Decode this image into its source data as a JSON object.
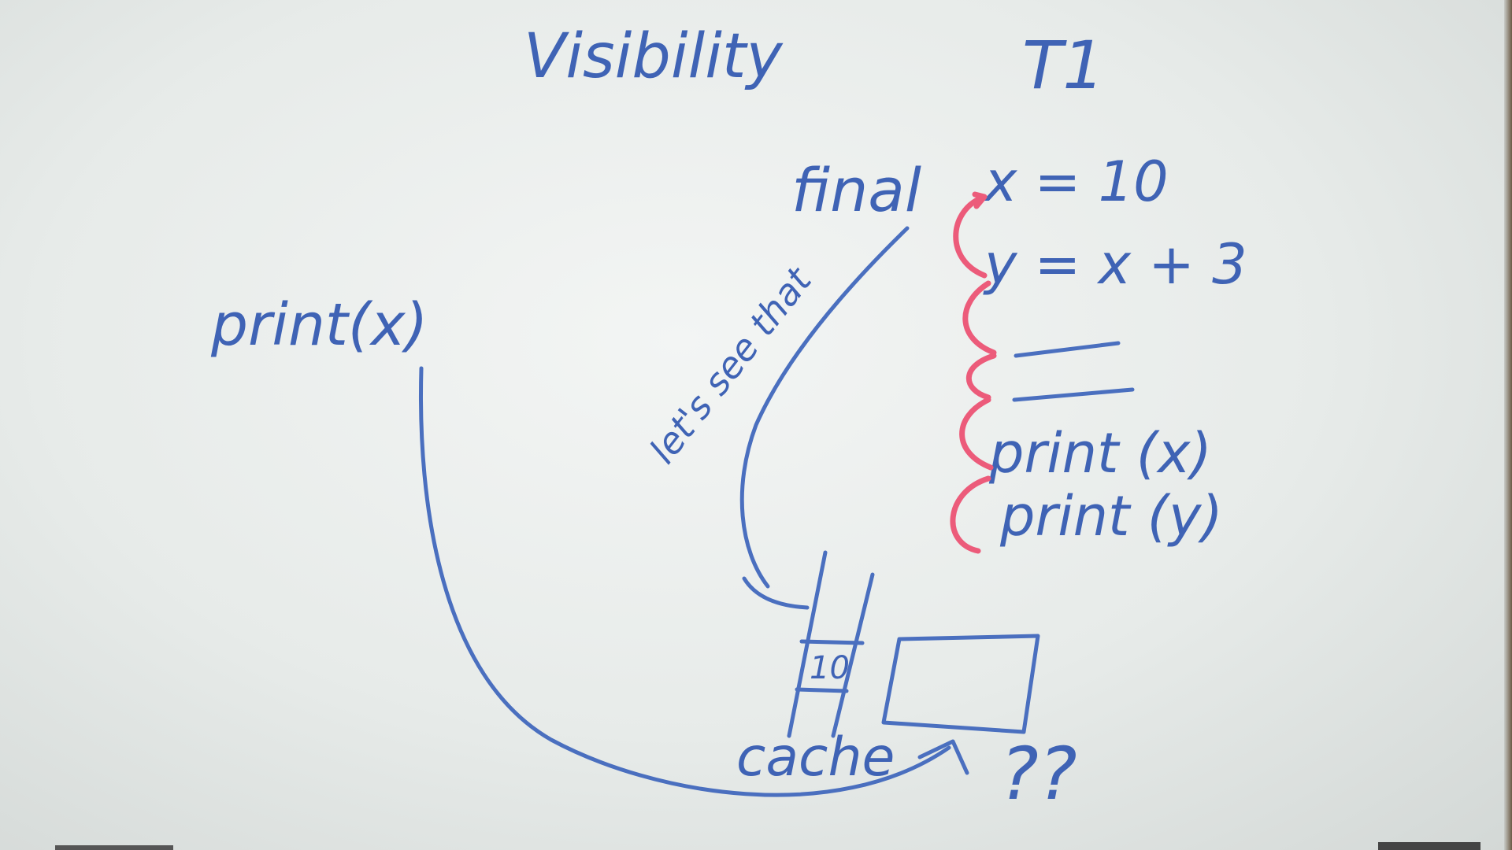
{
  "title": "Visibility",
  "thread_label": "T1",
  "left_statement": "print(x)",
  "final_label": "final",
  "lets_see_that_label": "let's see that",
  "code_lines": [
    "x = 10",
    "y = x + 3",
    "print (x)",
    "print (y)"
  ],
  "cache_label": "cache",
  "cache_value": "10",
  "question_label": "??",
  "colors": {
    "ink": "#3f63b5",
    "reorder_arrows": "#ec5b7a",
    "board": "#eef1f0"
  }
}
